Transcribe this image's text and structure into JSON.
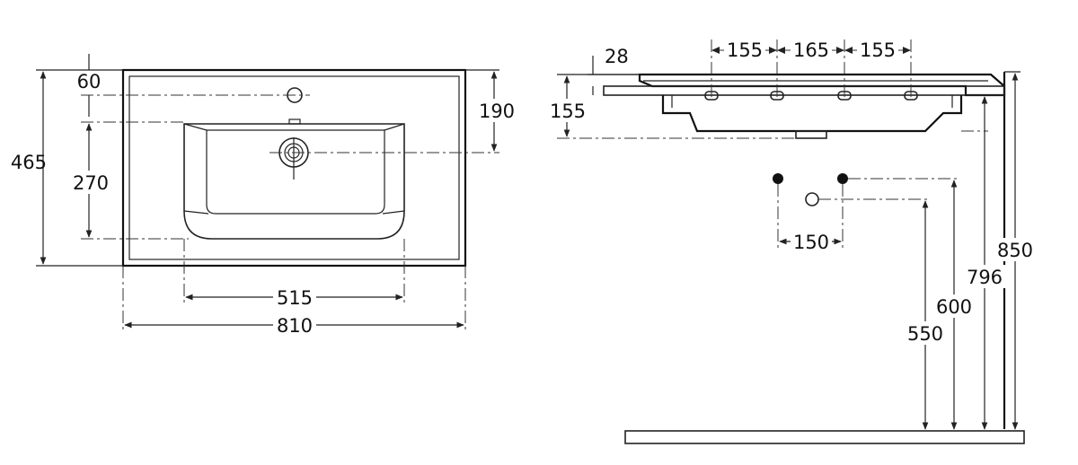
{
  "top_view": {
    "dim_tap_offset": "60",
    "dim_depth": "465",
    "dim_bowl_depth": "270",
    "dim_drain_offset": "190",
    "dim_bowl_width": "515",
    "dim_width": "810"
  },
  "side_view": {
    "dim_rim": "28",
    "dim_front_height": "155",
    "dim_hole_spacing_a": "155",
    "dim_hole_spacing_b": "165",
    "dim_hole_spacing_c": "155"
  },
  "installation": {
    "dim_supply_spacing": "150",
    "dim_height_850": "850",
    "dim_height_796": "796",
    "dim_height_600": "600",
    "dim_height_550": "550"
  }
}
